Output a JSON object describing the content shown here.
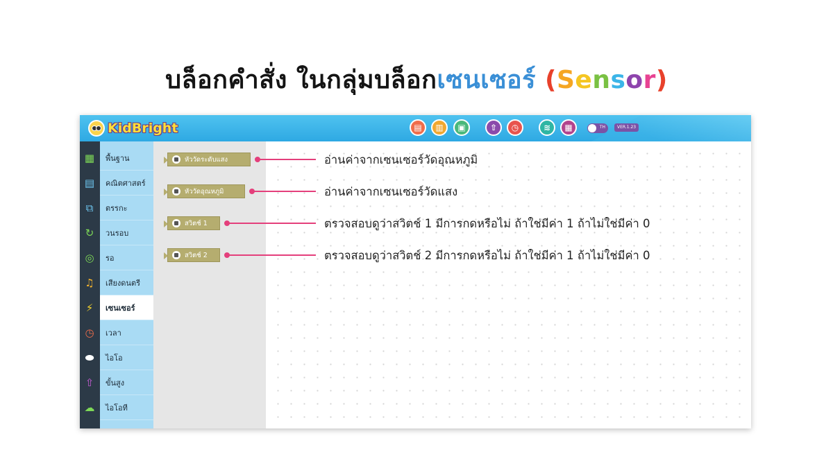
{
  "headline": {
    "prefix": "บล็อกคำสั่ง ในกลุ่มบล็อก",
    "colored_parts": [
      {
        "text": "เซนเซอร์",
        "color": "#3a8fd6"
      },
      {
        "text": " (",
        "color": "#e8412b"
      },
      {
        "text": "S",
        "color": "#f5a623"
      },
      {
        "text": "e",
        "color": "#f5c623"
      },
      {
        "text": "n",
        "color": "#7ac143"
      },
      {
        "text": "s",
        "color": "#3bb5e8"
      },
      {
        "text": "o",
        "color": "#8e44ad"
      },
      {
        "text": "r",
        "color": "#e84393"
      },
      {
        "text": ")",
        "color": "#e8412b"
      }
    ]
  },
  "app": {
    "logo_text": "KidBright",
    "toolbar": {
      "buttons": [
        {
          "name": "new-file",
          "color": "#f06d4a",
          "glyph": "▤"
        },
        {
          "name": "open-file",
          "color": "#f0a830",
          "glyph": "▥"
        },
        {
          "name": "save",
          "color": "#49b87b",
          "glyph": "▣"
        },
        {
          "name": "upload",
          "color": "#8b4bab",
          "glyph": "⇧"
        },
        {
          "name": "alarm",
          "color": "#e8544e",
          "glyph": "◷"
        },
        {
          "name": "wifi",
          "color": "#2fb6a4",
          "glyph": "≋"
        },
        {
          "name": "qr",
          "color": "#b2438d",
          "glyph": "▦"
        }
      ],
      "toggle_label": "TH",
      "version": "VER.1.23"
    },
    "categories": [
      {
        "label": "พื้นฐาน",
        "icon": "grid-icon",
        "color": "#7ed957"
      },
      {
        "label": "คณิตศาสตร์",
        "icon": "calculator-icon",
        "color": "#6dc6f0"
      },
      {
        "label": "ตรรกะ",
        "icon": "flow-icon",
        "color": "#6dc6f0"
      },
      {
        "label": "วนรอบ",
        "icon": "loop-icon",
        "color": "#7ed957"
      },
      {
        "label": "รอ",
        "icon": "wait-icon",
        "color": "#7ed957"
      },
      {
        "label": "เสียงดนตรี",
        "icon": "music-icon",
        "color": "#f7b52c"
      },
      {
        "label": "เซนเซอร์",
        "icon": "sensor-icon",
        "color": "#f7d52c"
      },
      {
        "label": "เวลา",
        "icon": "clock-icon",
        "color": "#f06d4a"
      },
      {
        "label": "ไอโอ",
        "icon": "io-toggle-icon",
        "color": "#ffffff"
      },
      {
        "label": "ขั้นสูง",
        "icon": "arrow-up-icon",
        "color": "#c95cd6"
      },
      {
        "label": "ไอโอที",
        "icon": "cloud-icon",
        "color": "#7ed957"
      }
    ],
    "active_category": "เซนเซอร์",
    "blocks": [
      {
        "label": "หัววัดระดับแสง",
        "description": "อ่านค่าจากเซนเซอร์วัดอุณหภูมิ"
      },
      {
        "label": "หัววัดอุณหภูมิ",
        "description": "อ่านค่าจากเซนเซอร์วัดแสง"
      },
      {
        "label": "สวิตช์ 1",
        "description": "ตรวจสอบดูว่าสวิตช์ 1 มีการกดหรือไม่ ถ้าใช่มีค่า 1 ถ้าไม่ใช่มีค่า 0"
      },
      {
        "label": "สวิตช์ 2",
        "description": "ตรวจสอบดูว่าสวิตช์ 2 มีการกดหรือไม่ ถ้าใช่มีค่า 1 ถ้าไม่ใช่มีค่า 0"
      }
    ],
    "canvas_controls": [
      "target-icon",
      "zoom-in-icon",
      "zoom-out-icon",
      "trash-icon"
    ]
  }
}
